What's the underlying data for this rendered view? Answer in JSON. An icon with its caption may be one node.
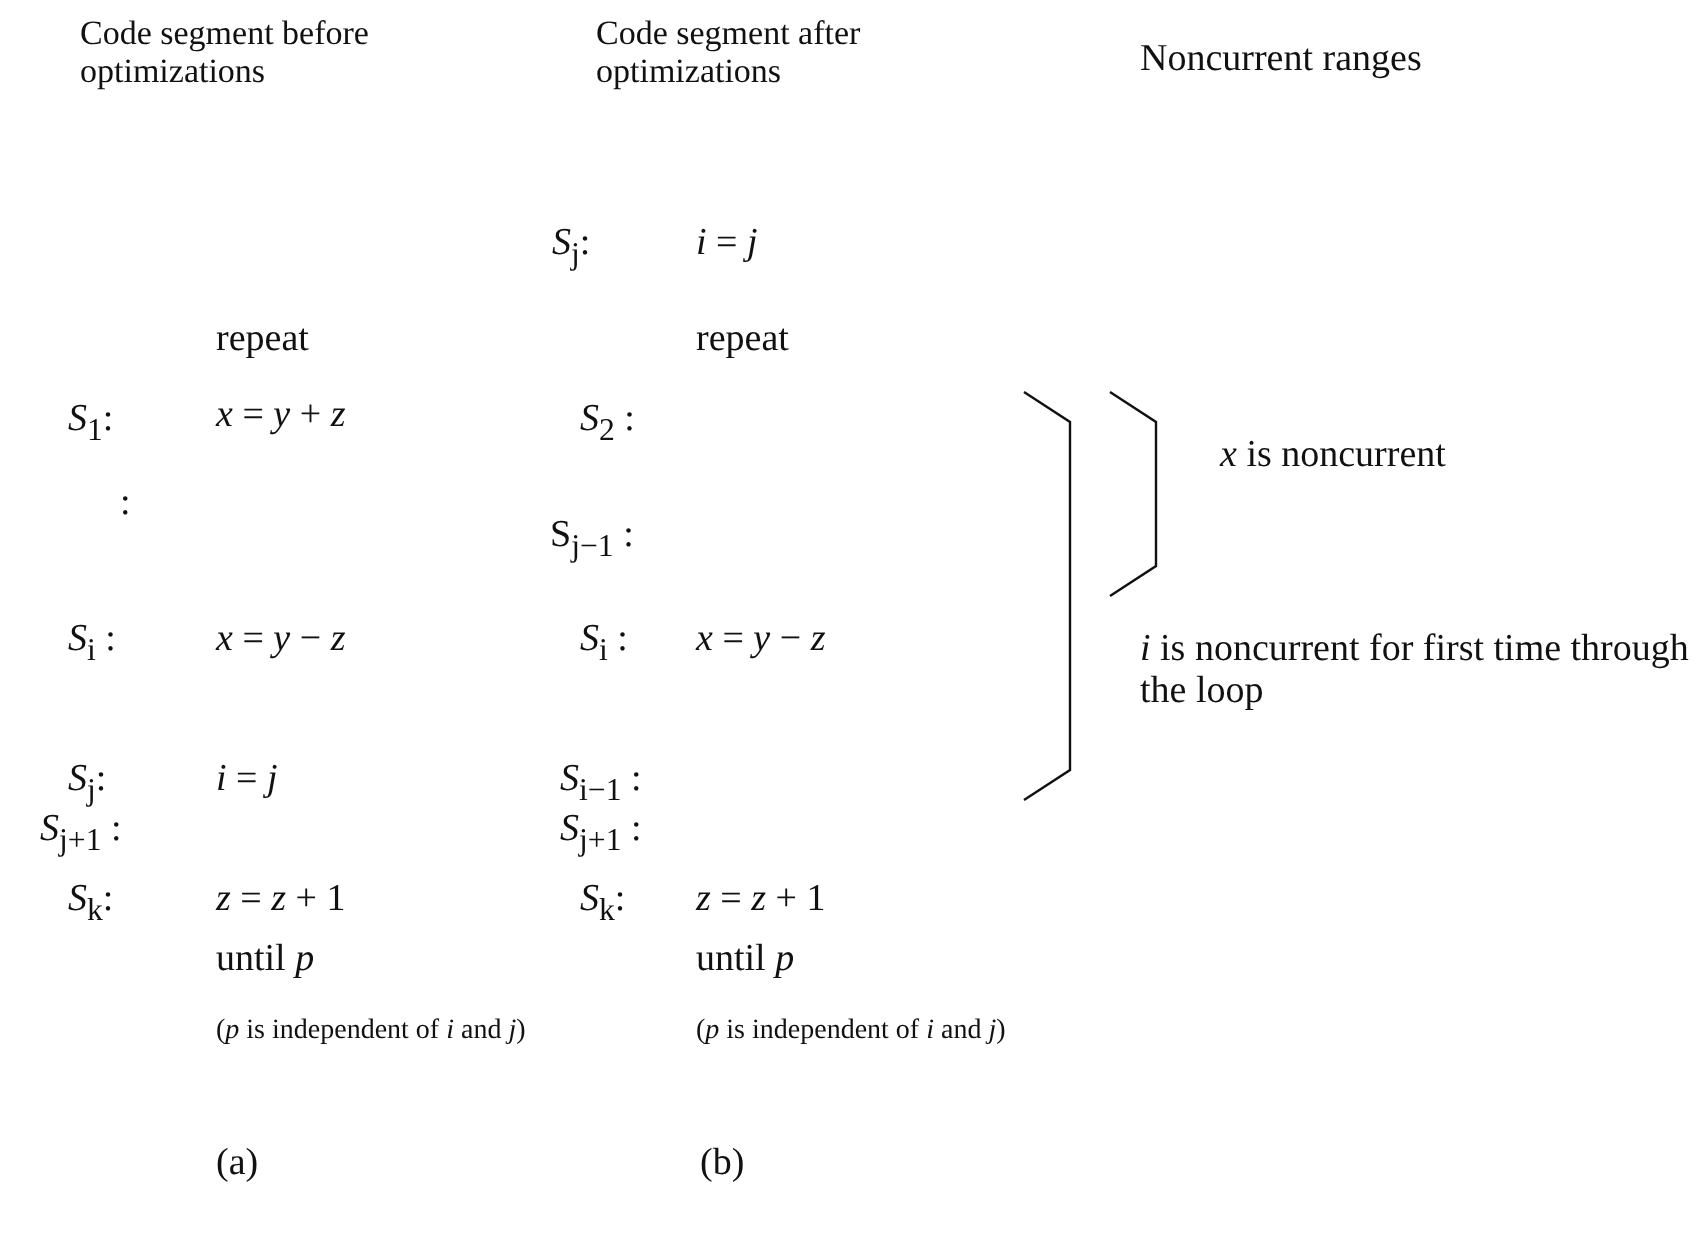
{
  "diagram": {
    "labels": [
      "Code segment before optimizations",
      "Code segment after optimizations",
      "Noncurrent ranges",
      "*S*$_{j}$:",
      "*i* = *j*",
      "repeat",
      "repeat",
      "*S*$_{1}$:",
      "*x* = *y* + *z*",
      "*S*$_{2}$ :",
      "*x* is noncurrent",
      ":",
      "S$_{j−1}$ :",
      "*S*$_{i}$ :",
      "*x* = *y* − *z*",
      "*S*$_{i}$ :",
      "*x* = *y* − *z*",
      "*i* is noncurrent for first time through the loop",
      "*S*$_{j}$:",
      "*i* = *j*",
      "*S*$_{i−1}$ :",
      "*S*$_{j+1}$ :",
      "*S*$_{j+1}$ :",
      "*S*$_{k}$:",
      "*z* = *z* + 1",
      "*S*$_{k}$:",
      "*z* = *z* + 1",
      "until *p*",
      "until *p*",
      "(*p* is independent of *i* and *j*)",
      "(*p* is independent of *i* and *j*)",
      "(a)",
      "(b)"
    ]
  }
}
